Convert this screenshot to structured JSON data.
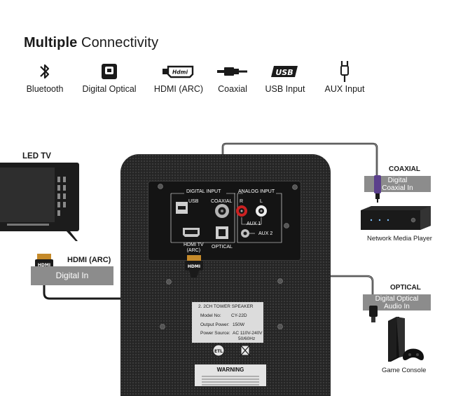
{
  "header": {
    "title_bold": "Multiple",
    "title_rest": "Connectivity",
    "connectivity": [
      {
        "label": "Bluetooth",
        "icon": "bluetooth-icon"
      },
      {
        "label": "Digital Optical",
        "icon": "optical-port-icon"
      },
      {
        "label": "HDMI (ARC)",
        "icon": "hdmi-icon"
      },
      {
        "label": "Coaxial",
        "icon": "coaxial-cable-icon"
      },
      {
        "label": "USB Input",
        "icon": "usb-icon"
      },
      {
        "label": "AUX Input",
        "icon": "aux-cable-icon"
      }
    ]
  },
  "tv": {
    "label": "LED TV"
  },
  "hdmi": {
    "title": "HDMI (ARC)",
    "tag": "Digital In"
  },
  "coaxial": {
    "title": "COAXIAL",
    "tag_line1": "Digital",
    "tag_line2": "Coaxial In",
    "device": "Network Media Player"
  },
  "optical": {
    "title": "OPTICAL",
    "tag_line1": "Digital Optical",
    "tag_line2": "Audio In",
    "device": "Game Console"
  },
  "panel": {
    "digital_input": "DIGITAL INPUT",
    "analog_input": "ANALOG INPUT",
    "usb": "USB",
    "coaxial": "COAXIAL",
    "r": "R",
    "l": "L",
    "aux1": "AUX 1",
    "aux2": "AUX 2",
    "hdmi_tv_line1": "HDMI TV",
    "hdmi_tv_line2": "(ARC)",
    "optical": "OPTICAL"
  },
  "spec_label": {
    "title": "2. 2CH TOWER SPEAKER",
    "model_key": "Model No:",
    "model_val": "CY-22D",
    "power_key": "Output Power:",
    "power_val": "150W",
    "source_key": "Power Source:",
    "source_val": "AC 110V-240V",
    "source_val2": "50/60Hz"
  },
  "warning": {
    "title": "WARNING"
  },
  "colors": {
    "tag_gray": "#8c8c8c",
    "speaker": "#242424",
    "panel": "#161616",
    "cable_purple": "#5b3f8c"
  }
}
